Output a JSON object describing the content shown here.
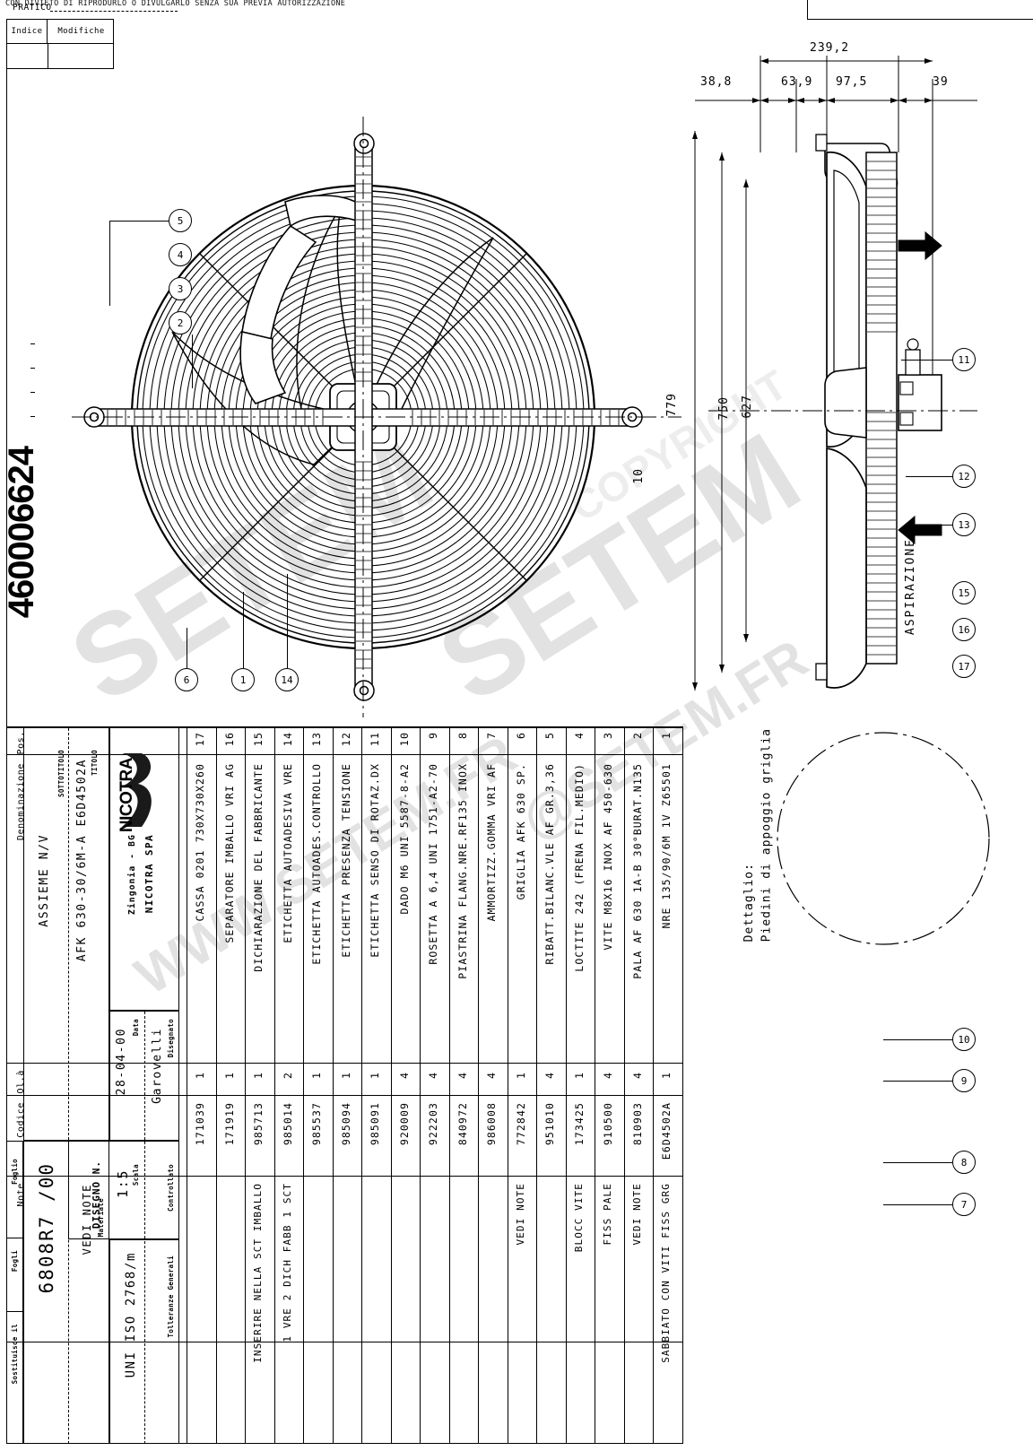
{
  "header": {
    "notice": "CON DIVIETO DI RIPRODURLO O DIVULGARLO SENZA SUA PREVIA AUTORIZZAZIONE",
    "pratico_label": "PRATICO"
  },
  "revision_table": {
    "col_index": "Indice",
    "col_modifiche": "Modifiche"
  },
  "drawing_big_code": "460006624",
  "watermarks": {
    "w1": "SETEM",
    "w2": "SETEM",
    "w3": "WWW.SETEM.FR",
    "w4": "@SETEM.FR",
    "w5": "COPYRIGHT"
  },
  "dimensions": {
    "top_overall": "239,2",
    "top_a": "38,8",
    "top_b": "63,9",
    "top_c": "97,5",
    "top_d": "39",
    "height_779": "779",
    "height_750": "750",
    "height_627": "627",
    "small_10": "10"
  },
  "annotations": {
    "detail_note": "Dettaglio:\nPiedini di appoggio griglia",
    "aspirazione": "ASPIRAZIONE"
  },
  "balloons_front": [
    "5",
    "4",
    "3",
    "2",
    "6",
    "1",
    "14"
  ],
  "balloons_side": [
    "11",
    "12",
    "13",
    "15",
    "16",
    "17"
  ],
  "balloons_right": [
    "10",
    "9",
    "8",
    "7"
  ],
  "bom": {
    "headers": {
      "pos": "Pos.",
      "denominazione": "Denominazione",
      "qty": "Ql.à",
      "codice": "Codice",
      "note": "Note"
    },
    "rows": [
      {
        "pos": "17",
        "denominazione": "CASSA 0201 730X730X260",
        "qty": "1",
        "codice": "171039",
        "note": ""
      },
      {
        "pos": "16",
        "denominazione": "SEPARATORE IMBALLO VRI AG",
        "qty": "1",
        "codice": "171919",
        "note": ""
      },
      {
        "pos": "15",
        "denominazione": "DICHIARAZIONE DEL FABBRICANTE",
        "qty": "1",
        "codice": "985713",
        "note": "INSERIRE NELLA SCT IMBALLO"
      },
      {
        "pos": "14",
        "denominazione": "ETICHETTA AUTOADESIVA VRE",
        "qty": "2",
        "codice": "985014",
        "note": "1 VRE 2 DICH FABB 1 SCT"
      },
      {
        "pos": "13",
        "denominazione": "ETICHETTA AUTOADES.CONTROLLO",
        "qty": "1",
        "codice": "985537",
        "note": ""
      },
      {
        "pos": "12",
        "denominazione": "ETICHETTA PRESENZA TENSIONE",
        "qty": "1",
        "codice": "985094",
        "note": ""
      },
      {
        "pos": "11",
        "denominazione": "ETICHETTA SENSO DI ROTAZ.DX",
        "qty": "1",
        "codice": "985091",
        "note": ""
      },
      {
        "pos": "10",
        "denominazione": "DADO M6 UNI 5587-8-A2",
        "qty": "4",
        "codice": "920009",
        "note": ""
      },
      {
        "pos": "9",
        "denominazione": "ROSETTA A 6,4 UNI 1751-A2-70",
        "qty": "4",
        "codice": "922203",
        "note": ""
      },
      {
        "pos": "8",
        "denominazione": "PIASTRINA FLANG.NRE.RF135 INOX",
        "qty": "4",
        "codice": "840972",
        "note": ""
      },
      {
        "pos": "7",
        "denominazione": "AMMORTIZZ.GOMMA VRI AF",
        "qty": "4",
        "codice": "986008",
        "note": ""
      },
      {
        "pos": "6",
        "denominazione": "GRIGLIA AFK 630 SP.",
        "qty": "1",
        "codice": "772842",
        "note": "VEDI NOTE"
      },
      {
        "pos": "5",
        "denominazione": "RIBATT.BILANC.VLE AF GR.3,36",
        "qty": "4",
        "codice": "951010",
        "note": ""
      },
      {
        "pos": "4",
        "denominazione": "LOCTITE 242 (FRENA FIL.MEDIO)",
        "qty": "1",
        "codice": "173425",
        "note": "BLOCC VITE"
      },
      {
        "pos": "3",
        "denominazione": "VITE M8X16 INOX AF 450-630",
        "qty": "4",
        "codice": "910500",
        "note": "FISS PALE"
      },
      {
        "pos": "2",
        "denominazione": "PALA AF 630 1A-B 30°BURAT.N135",
        "qty": "4",
        "codice": "810903",
        "note": "VEDI NOTE"
      },
      {
        "pos": "1",
        "denominazione": "NRE 135/90/6M 1V Z65501",
        "qty": "1",
        "codice": "E6D4502A",
        "note": "SABBIATO CON VITI FISS GRG"
      }
    ]
  },
  "title_block": {
    "company": "NICOTRA SPA",
    "company_city": "Zingonia - BG",
    "titolo_label": "TITOLO",
    "titolo": "AFK 630-30/6M-A    E6D4502A",
    "sottotitolo_label": "SOTTOTITOLO",
    "sottotitolo": "ASSIEME        N/V",
    "disegnato_label": "Disegnato",
    "disegnato": "Garovelli",
    "data_label": "Data",
    "data": "28-04-00",
    "controllato_label": "Controllato",
    "controllato": "",
    "scala_label": "Scala",
    "scala": "1:5",
    "materiale_label": "Materiale",
    "materiale": "VEDI NOTE",
    "tolleranze_label": "Tolleranze Generali",
    "tolleranze": "UNI ISO 2768/m",
    "disegno_n_label": "DISEGNO N.",
    "disegno_n": "6808R7 /00",
    "foglio_label": "Foglio",
    "foglio": "",
    "fogli_label": "Fogli",
    "fogli": "",
    "sostituisce_label": "Sostituisce il",
    "sostituisce": ""
  }
}
